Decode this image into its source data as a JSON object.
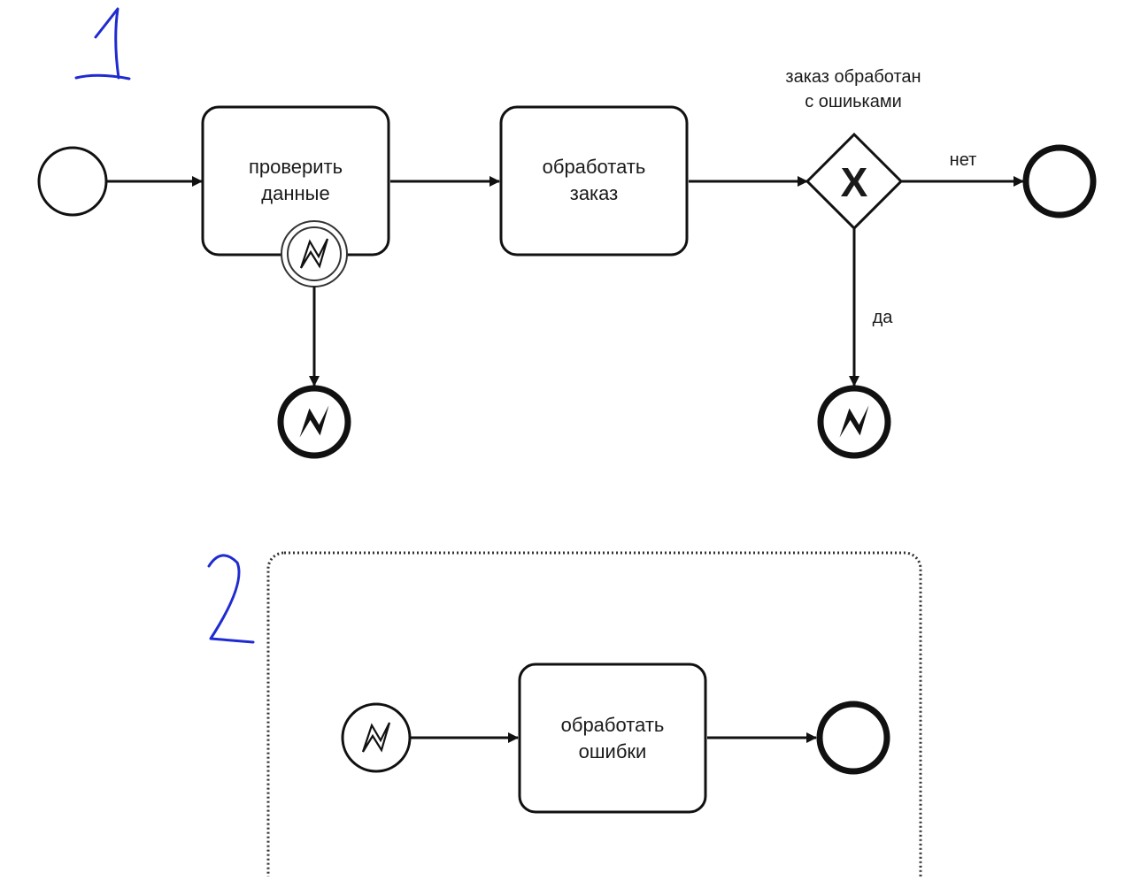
{
  "annotations": {
    "marker_1": "1",
    "marker_2": "2"
  },
  "process_1": {
    "task_check": {
      "line1": "проверить",
      "line2": "данные"
    },
    "task_process": {
      "line1": "обработать",
      "line2": "заказ"
    },
    "gateway": {
      "label_line1": "заказ обработан",
      "label_line2": "с ошиьками",
      "symbol": "X"
    },
    "flow_no": "нет",
    "flow_yes": "да"
  },
  "process_2": {
    "task_handle": {
      "line1": "обработать",
      "line2": "ошибки"
    }
  },
  "colors": {
    "ink": "#111111",
    "annotation": "#1f2bd1",
    "dotted_border": "#333333"
  },
  "icons": {
    "start_event": "circle-thin-icon",
    "end_event": "circle-bold-icon",
    "boundary_error": "error-boundary-icon",
    "end_error": "error-end-icon",
    "error_start": "error-start-icon",
    "gateway": "exclusive-gateway-icon"
  }
}
